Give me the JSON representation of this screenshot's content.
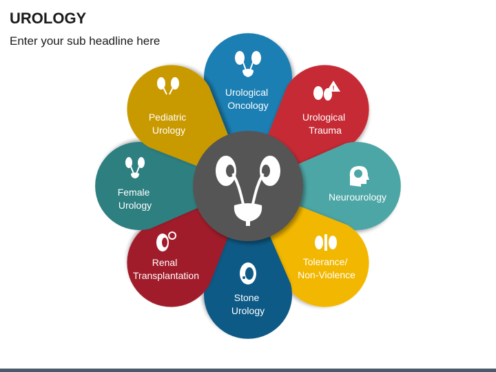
{
  "header": {
    "title": "UROLOGY",
    "subtitle": "Enter your sub headline here"
  },
  "petals": [
    {
      "label_lines": [
        "Urological",
        "Oncology"
      ],
      "color": "#1E7FB3",
      "icon": "kidney-bladder-icon"
    },
    {
      "label_lines": [
        "Urological",
        "Trauma"
      ],
      "color": "#C62A35",
      "icon": "kidney-warning-icon"
    },
    {
      "label_lines": [
        "Neurourology"
      ],
      "color": "#4DA6A6",
      "icon": "brain-head-icon"
    },
    {
      "label_lines": [
        "Tolerance/",
        "Non-Violence"
      ],
      "color": "#F2B705",
      "icon": "kidneys-tube-icon"
    },
    {
      "label_lines": [
        "Stone",
        "Urology"
      ],
      "color": "#0E5A86",
      "icon": "kidney-stone-icon"
    },
    {
      "label_lines": [
        "Renal",
        "Transplantation"
      ],
      "color": "#A11B2A",
      "icon": "kidney-transplant-icon"
    },
    {
      "label_lines": [
        "Female",
        "Urology"
      ],
      "color": "#2F7F80",
      "icon": "female-urinary-icon"
    },
    {
      "label_lines": [
        "Pediatric",
        "Urology"
      ],
      "color": "#C99A06",
      "icon": "pediatric-kidney-icon"
    }
  ],
  "center": {
    "color": "#555555",
    "icon": "urinary-system-icon"
  }
}
